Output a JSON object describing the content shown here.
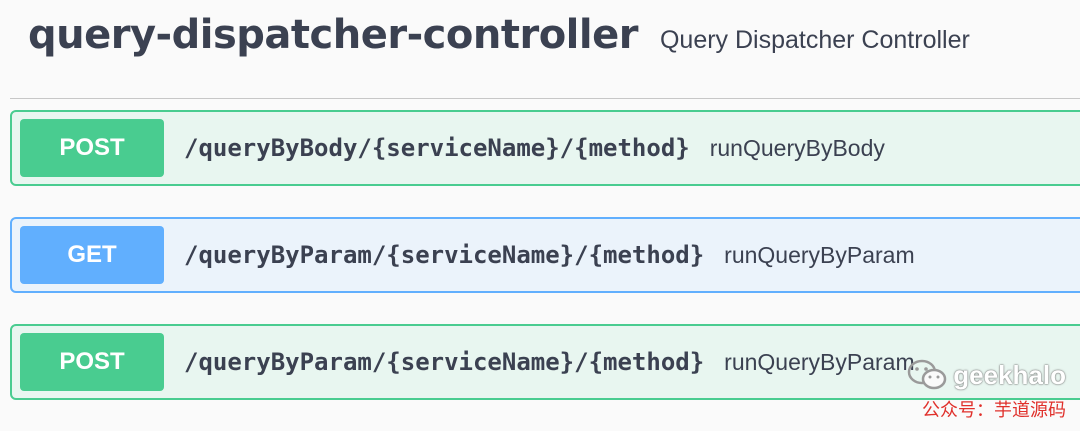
{
  "tag": {
    "title": "query-dispatcher-controller",
    "description": "Query Dispatcher Controller"
  },
  "operations": [
    {
      "method": "POST",
      "path": "/queryByBody/{serviceName}/{method}",
      "summary": "runQueryByBody",
      "color": "#49cc90"
    },
    {
      "method": "GET",
      "path": "/queryByParam/{serviceName}/{method}",
      "summary": "runQueryByParam",
      "color": "#61affe"
    },
    {
      "method": "POST",
      "path": "/queryByParam/{serviceName}/{method}",
      "summary": "runQueryByParam",
      "color": "#49cc90"
    }
  ],
  "watermark": {
    "name": "geekhalo",
    "subtitle": "公众号：芋道源码"
  }
}
